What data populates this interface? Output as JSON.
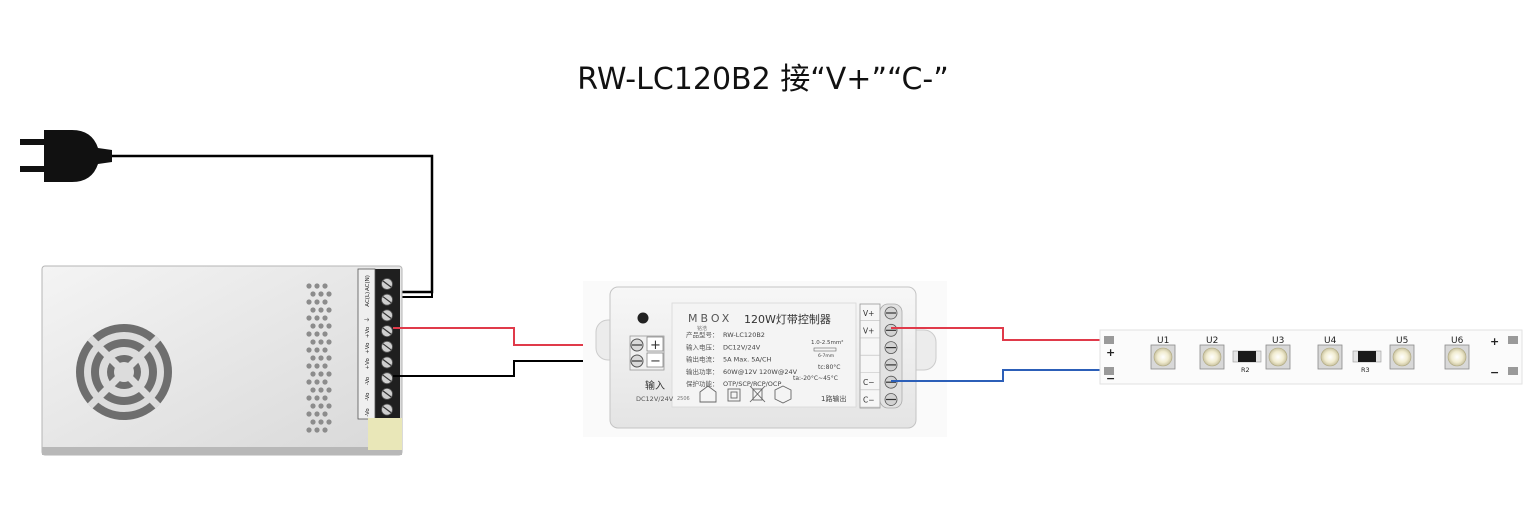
{
  "title": "RW-LC120B2 接“V+”“C-”",
  "power_supply": {
    "terminal_labels": [
      "AC(N)",
      "AC(L)",
      "⏚",
      "+Vo",
      "+Vo",
      "+Vo",
      "-Vo",
      "-Vo",
      "-Vo"
    ]
  },
  "controller": {
    "brand": "MBOX",
    "brand_sub": "铭浩",
    "name": "120W灯带控制器",
    "specs": [
      {
        "label": "产品型号：",
        "value": "RW-LC120B2"
      },
      {
        "label": "输入电压：",
        "value": "DC12V/24V"
      },
      {
        "label": "输出电流：",
        "value": "5A  Max. 5A/CH"
      },
      {
        "label": "输出功率：",
        "value": "60W@12V  120W@24V"
      },
      {
        "label": "保护功能：",
        "value": "OTP/SCP/RCP/OCP"
      }
    ],
    "wire_size": "1.0-2.5mm²",
    "strip_len": "6-7mm",
    "tc": "tc:80°C",
    "ta": "ta:-20°C~45°C",
    "output_channels": "1路输出",
    "input_label": "输入",
    "input_voltage": "DC12V/24V",
    "input_plus": "+",
    "input_minus": "−",
    "right_terminals": [
      "V+",
      "V+",
      "",
      "",
      "C−",
      "C−"
    ],
    "model_code": "2506"
  },
  "led_strip": {
    "leds": [
      "U1",
      "U2",
      "U3",
      "U4",
      "U5",
      "U6"
    ],
    "resistors": [
      "R2",
      "R3"
    ],
    "plus": "+",
    "minus": "−"
  },
  "colors": {
    "positive_wire": "#e03a4a",
    "negative_wire_psu": "#000000",
    "negative_wire_strip": "#2c5fb8",
    "mains_wire": "#000000"
  }
}
